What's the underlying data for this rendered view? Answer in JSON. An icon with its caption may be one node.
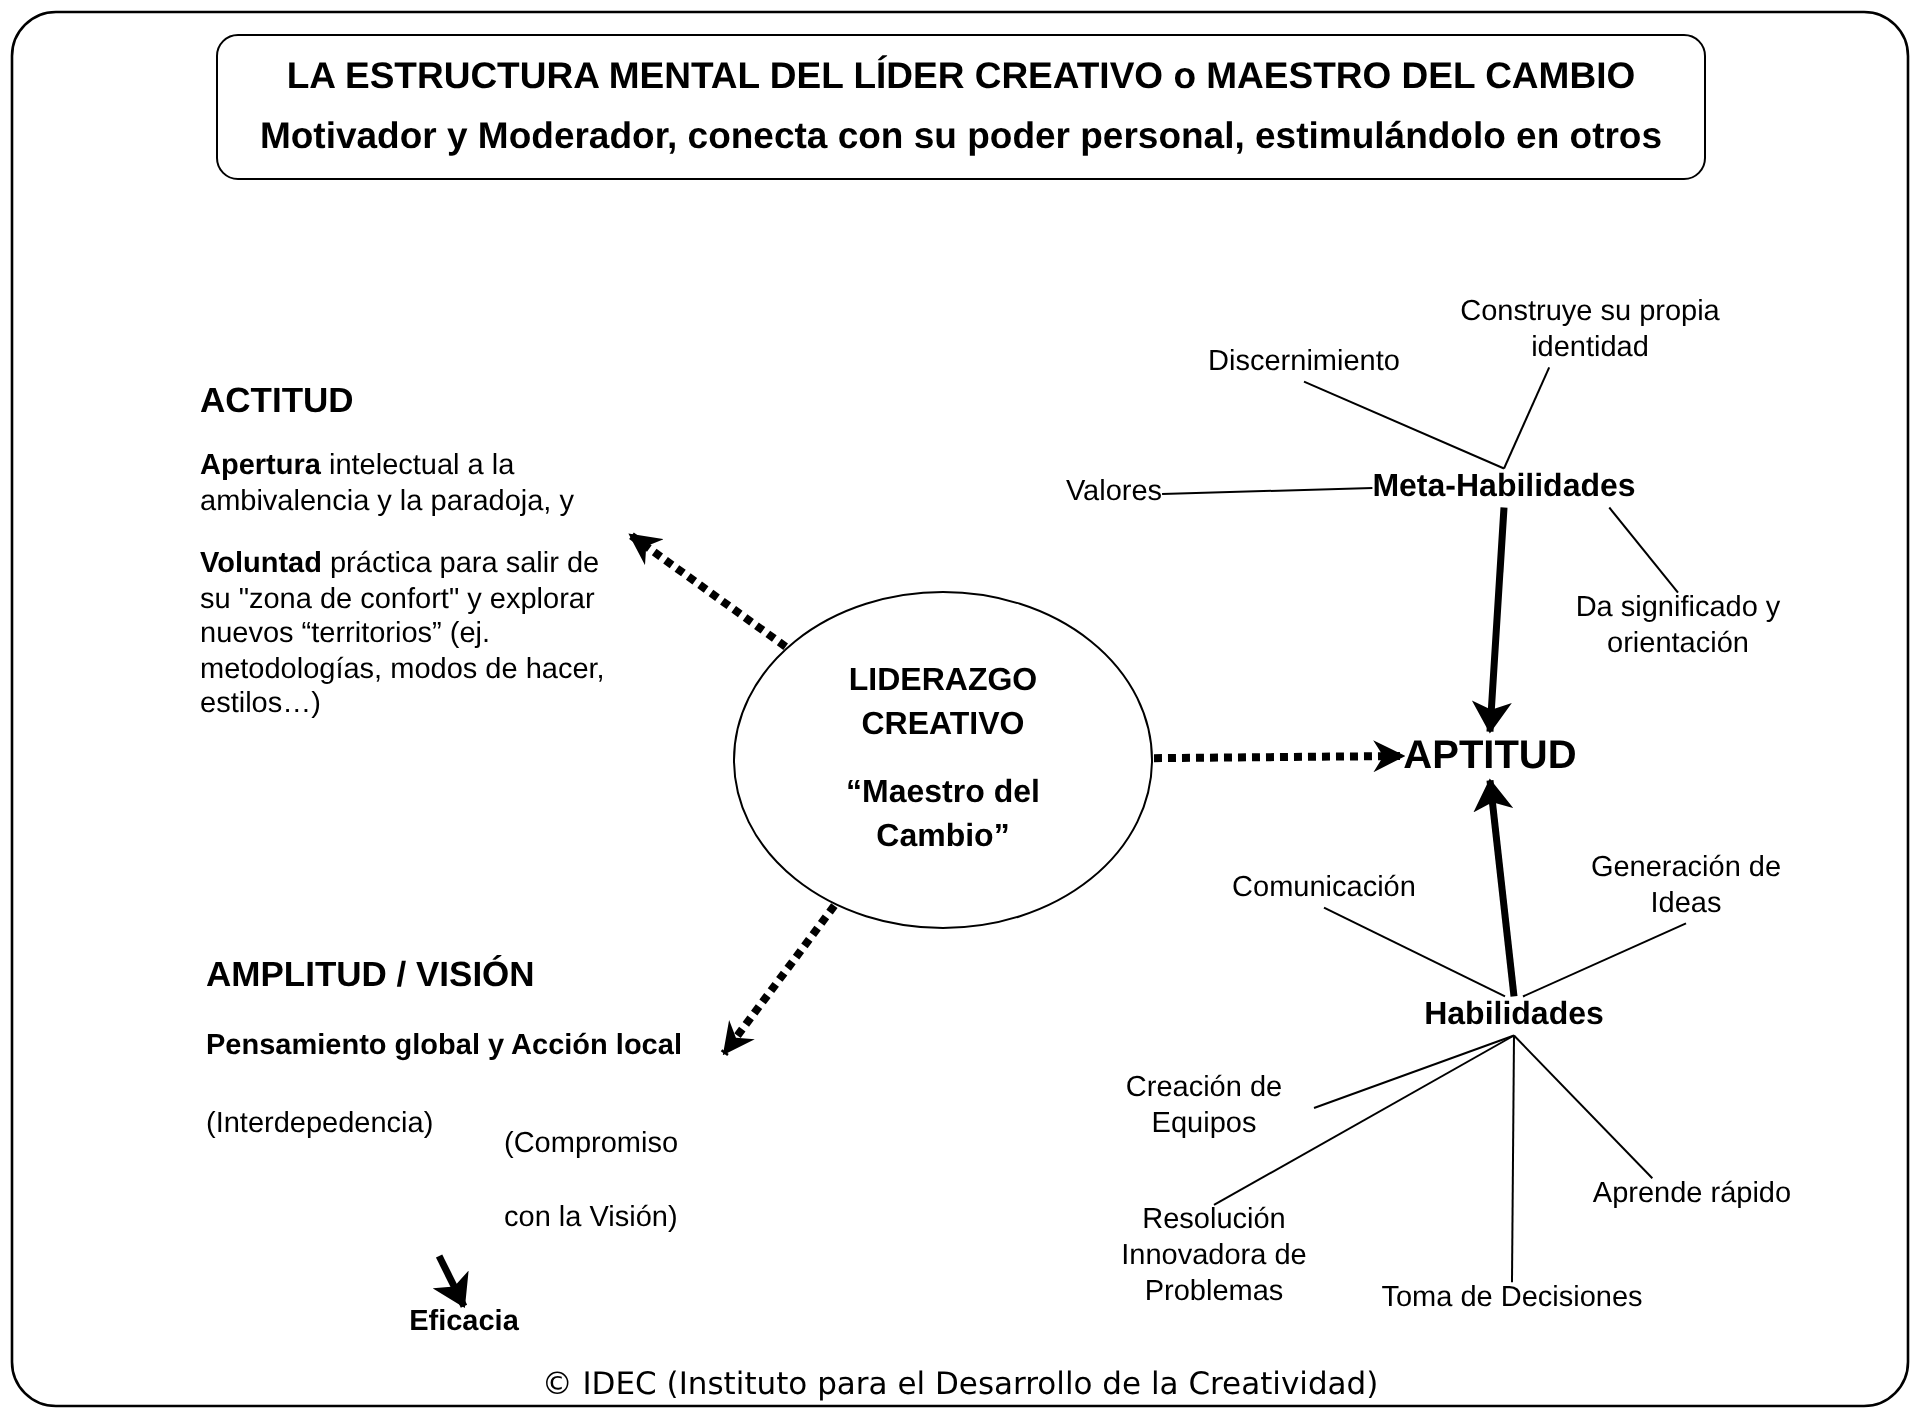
{
  "diagram": {
    "nodes": [
      {
        "text": [
          "LA ESTRUCTURA MENTAL DEL LÍDER CREATIVO o MAESTRO DEL CAMBIO",
          "Motivador y Moderador, conecta con su poder personal, estimulándolo en otros"
        ]
      },
      {
        "text": [
          "LIDERAZGO CREATIVO",
          "“Maestro del Cambio”"
        ]
      },
      {
        "text": [
          "ACTITUD",
          "**Apertura** intelectual a la ambivalencia y la paradoja, y",
          "**Voluntad** práctica para salir de su \"zona de confort\" y explorar nuevos “territorios” (ej. metodologías, modos de hacer, estilos…)"
        ]
      },
      {
        "text": [
          "AMPLITUD / VISIÓN",
          "Pensamiento global y Acción local",
          "(Interdepedencia)",
          "(Compromiso con la Visión)"
        ]
      },
      {
        "text": [
          "Eficacia"
        ]
      },
      {
        "text": [
          "APTITUD"
        ]
      },
      {
        "text": [
          "Meta-Habilidades"
        ]
      },
      {
        "text": [
          "Habilidades"
        ]
      },
      {
        "text": [
          "Discernimiento"
        ]
      },
      {
        "text": [
          "Construye su propia identidad"
        ]
      },
      {
        "text": [
          "Valores"
        ]
      },
      {
        "text": [
          "Da significado y orientación"
        ]
      },
      {
        "text": [
          "Comunicación"
        ]
      },
      {
        "text": [
          "Generación de Ideas"
        ]
      },
      {
        "text": [
          "Creación de Equipos"
        ]
      },
      {
        "text": [
          "Resolución Innovadora de Problemas"
        ]
      },
      {
        "text": [
          "Toma de Decisiones"
        ]
      },
      {
        "text": [
          "Aprende rápido"
        ]
      }
    ],
    "edges": [
      {
        "from": 1,
        "to": 2,
        "arrow": "to",
        "style": "dashed"
      },
      {
        "from": 1,
        "to": 3,
        "arrow": "to",
        "style": "dashed"
      },
      {
        "from": 1,
        "to": 5,
        "arrow": "to",
        "style": "dashed"
      },
      {
        "from": 3,
        "to": 4,
        "arrow": "to",
        "style": "thick"
      },
      {
        "from": 6,
        "to": 5,
        "arrow": "to",
        "style": "thick"
      },
      {
        "from": 7,
        "to": 5,
        "arrow": "to",
        "style": "thick"
      },
      {
        "from": 8,
        "to": 6,
        "arrow": "none"
      },
      {
        "from": 9,
        "to": 6,
        "arrow": "none"
      },
      {
        "from": 10,
        "to": 6,
        "arrow": "none"
      },
      {
        "from": 11,
        "to": 6,
        "arrow": "none"
      },
      {
        "from": 12,
        "to": 7,
        "arrow": "none"
      },
      {
        "from": 13,
        "to": 7,
        "arrow": "none"
      },
      {
        "from": 7,
        "to": 14,
        "arrow": "none"
      },
      {
        "from": 7,
        "to": 15,
        "arrow": "none"
      },
      {
        "from": 7,
        "to": 16,
        "arrow": "none"
      },
      {
        "from": 7,
        "to": 17,
        "arrow": "none"
      }
    ],
    "labels": [
      "© IDEC (Instituto para el Desarrollo de la Creatividad)"
    ]
  }
}
